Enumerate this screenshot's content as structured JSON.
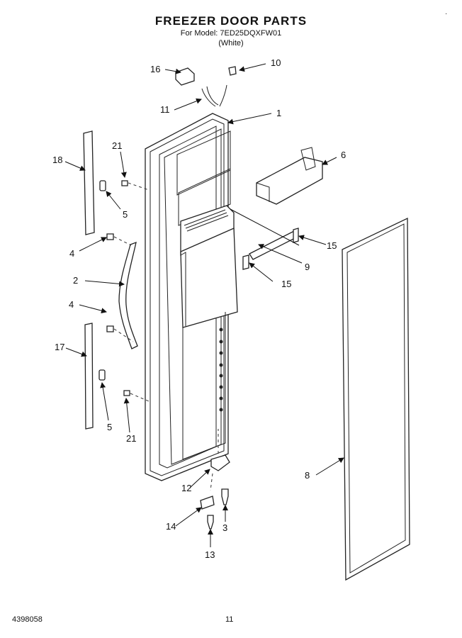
{
  "header": {
    "title": "FREEZER DOOR PARTS",
    "model_line": "For Model: 7ED25DQXFW01",
    "color_line": "(White)"
  },
  "footer": {
    "doc_number": "4398058",
    "page_number": "11"
  },
  "corner_mark": "·",
  "callouts": [
    "1",
    "2",
    "3",
    "4",
    "4",
    "5",
    "5",
    "6",
    "8",
    "9",
    "10",
    "11",
    "12",
    "13",
    "14",
    "15",
    "15",
    "16",
    "17",
    "18",
    "21",
    "21"
  ]
}
